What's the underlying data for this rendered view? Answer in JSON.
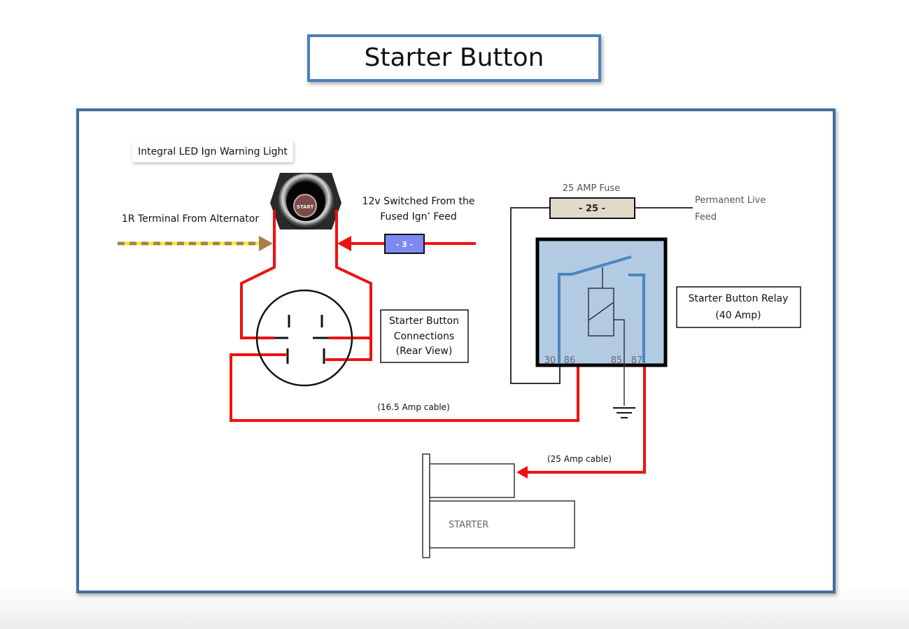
{
  "title": "Starter Button",
  "labels": {
    "led_warning": "Integral LED Ign Warning Light",
    "alternator": "1R Terminal From Alternator",
    "switched_line1": "12v Switched From the",
    "switched_line2": "Fused Ign’ Feed",
    "ign_fuse": "- 3 -",
    "main_fuse_title": "25 AMP Fuse",
    "main_fuse": "- 25 -",
    "permanent_line1": "Permanent Live",
    "permanent_line2": "Feed",
    "connections_line1": "Starter Button",
    "connections_line2": "Connections",
    "connections_line3": "(Rear View)",
    "relay_line1": "Starter Button Relay",
    "relay_line2": "(40 Amp)",
    "cable_16": "(16.5 Amp cable)",
    "cable_25": "(25 Amp cable)",
    "starter": "STARTER",
    "button_face": "START"
  },
  "relay_pins": [
    "30",
    "86",
    "85",
    "87"
  ],
  "colors": {
    "frame_blue": "#3f6e9e",
    "wire_red": "#ee1111",
    "relay_fill": "#b3cbe2",
    "relay_blue": "#4a86c0",
    "fuse_blue": "#7d88f0",
    "fuse_tan": "#e2dac8",
    "alt_brown": "#a97f4c",
    "alt_yellow": "#f2ea2c"
  }
}
